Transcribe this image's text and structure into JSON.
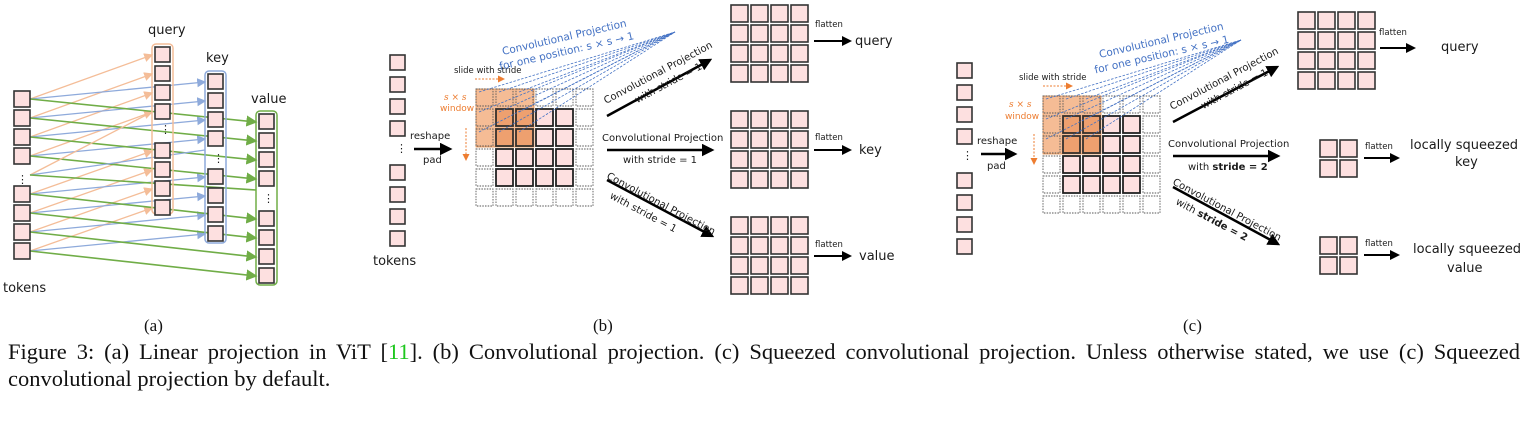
{
  "figure": {
    "colors": {
      "token_fill": "#fde0e0",
      "token_stroke": "#333333",
      "query_color": "#f4bd98",
      "key_color": "#8eaadb",
      "value_color": "#70ad47",
      "window_fill": "#f4b183",
      "window_stroke": "#e07a2f",
      "conv_text": "#4472c4",
      "window_text": "#ed7d31"
    },
    "panel_a": {
      "tokens_label": "tokens",
      "query_label": "query",
      "key_label": "key",
      "value_label": "value",
      "ellipsis": "⋮",
      "sublabel": "(a)"
    },
    "panel_b": {
      "tokens_label": "tokens",
      "reshape_label": "reshape",
      "pad_label": "pad",
      "slide_label": "slide with stride",
      "window_line1": "s × s",
      "window_line2": "window",
      "conv_one_line1": "Convolutional Projection",
      "conv_one_line2": "for one position: s × s → 1",
      "proj_query_line1": "Convolutional Projection",
      "proj_query_line2": "with stride = 1",
      "proj_key_line1": "Convolutional Projection",
      "proj_key_line2": "with stride = 1",
      "proj_value_line1": "Convolutional Projection",
      "proj_value_line2": "with stride = 1",
      "flatten_label": "flatten",
      "query_label": "query",
      "key_label": "key",
      "value_label": "value",
      "ellipsis": "⋮",
      "sublabel": "(b)"
    },
    "panel_c": {
      "reshape_label": "reshape",
      "pad_label": "pad",
      "slide_label": "slide with stride",
      "window_line1": "s × s",
      "window_line2": "window",
      "conv_one_line1": "Convolutional Projection",
      "conv_one_line2": "for one position: s × s → 1",
      "proj_query_line1": "Convolutional Projection",
      "proj_query_line2": "with stride = 1",
      "proj_key_line1": "Convolutional Projection",
      "proj_key_line2_prefix": "with ",
      "proj_key_line2_bold": "stride = 2",
      "proj_value_line1": "Convolutional Projection",
      "proj_value_line2_prefix": "with ",
      "proj_value_line2_bold": "stride = 2",
      "flatten_label": "flatten",
      "query_label": "query",
      "key_label_line1": "locally squeezed",
      "key_label_line2": "key",
      "value_label_line1": "locally squeezed",
      "value_label_line2": "value",
      "ellipsis": "⋮",
      "sublabel": "(c)"
    }
  },
  "caption": {
    "part1": "Figure 3: (a) Linear projection in ViT [",
    "ref": "11",
    "part2": "]. (b) Convolutional projection. (c) Squeezed convolutional projection. Unless otherwise stated, we use (c) Squeezed convolutional projection by default."
  }
}
